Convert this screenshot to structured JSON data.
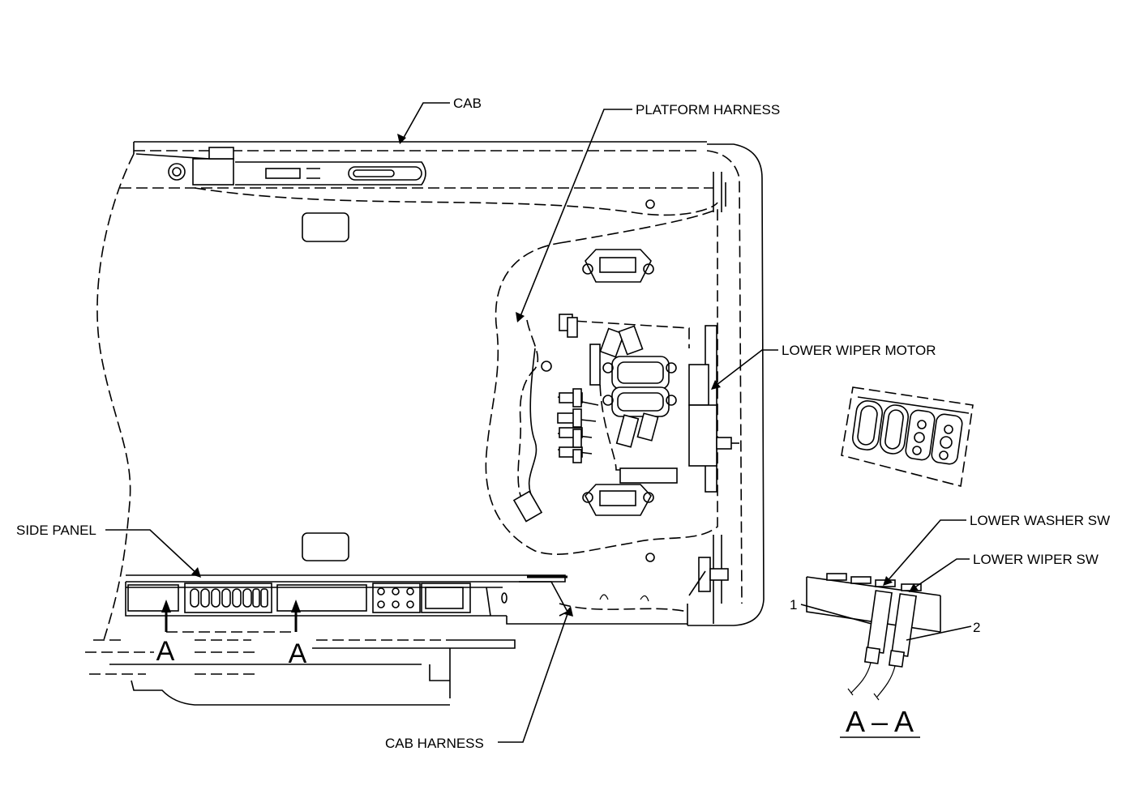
{
  "labels": {
    "cab": "CAB",
    "platform_harness": "PLATFORM HARNESS",
    "lower_wiper_motor": "LOWER WIPER MOTOR",
    "side_panel": "SIDE PANEL",
    "lower_washer_sw": "LOWER WASHER SW",
    "lower_wiper_sw": "LOWER WIPER SW",
    "cab_harness": "CAB HARNESS",
    "callout_1": "1",
    "callout_2": "2",
    "section_mark": "A",
    "section_title": "A – A"
  }
}
